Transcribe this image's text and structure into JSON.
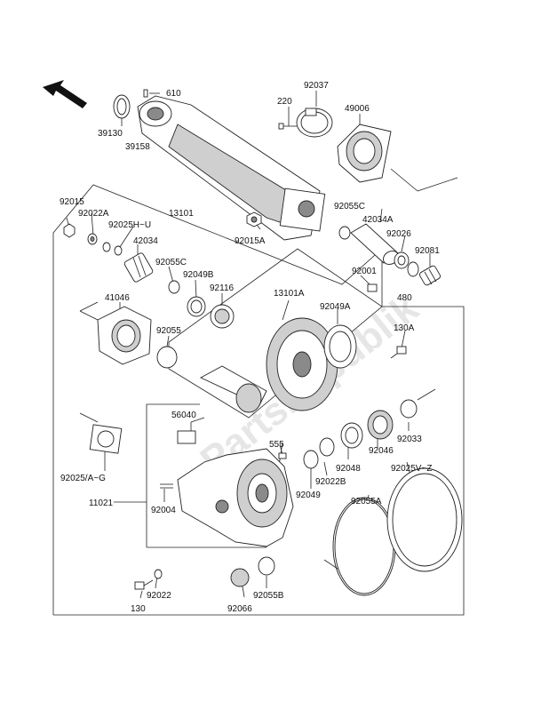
{
  "watermark": "PartsRepublik",
  "labels": {
    "p610": "610",
    "p39130": "39130",
    "p39158": "39158",
    "p220": "220",
    "p92037": "92037",
    "p49006": "49006",
    "p92015": "92015",
    "p92022A": "92022A",
    "p13101": "13101",
    "p92025HU": "92025H~U",
    "p42034": "42034",
    "p92055C_a": "92055C",
    "p92049B": "92049B",
    "p92116": "92116",
    "p41046": "41046",
    "p92015A": "92015A",
    "p92055C_b": "92055C",
    "p42034A": "42034A",
    "p92026": "92026",
    "p92081": "92081",
    "p92001": "92001",
    "p480": "480",
    "p13101A": "13101A",
    "p92049A": "92049A",
    "p92055": "92055",
    "p130A": "130A",
    "p56040": "56040",
    "p92033": "92033",
    "p92046": "92046",
    "p92025AG": "92025/A~G",
    "p555": "555",
    "p92048": "92048",
    "p92022B": "92022B",
    "p92049": "92049",
    "p92025VZ": "92025V~Z",
    "p11021": "11021",
    "p92004": "92004",
    "p92055A": "92055A",
    "p92022": "92022",
    "p130": "130",
    "p92066": "92066",
    "p92055B": "92055B"
  }
}
